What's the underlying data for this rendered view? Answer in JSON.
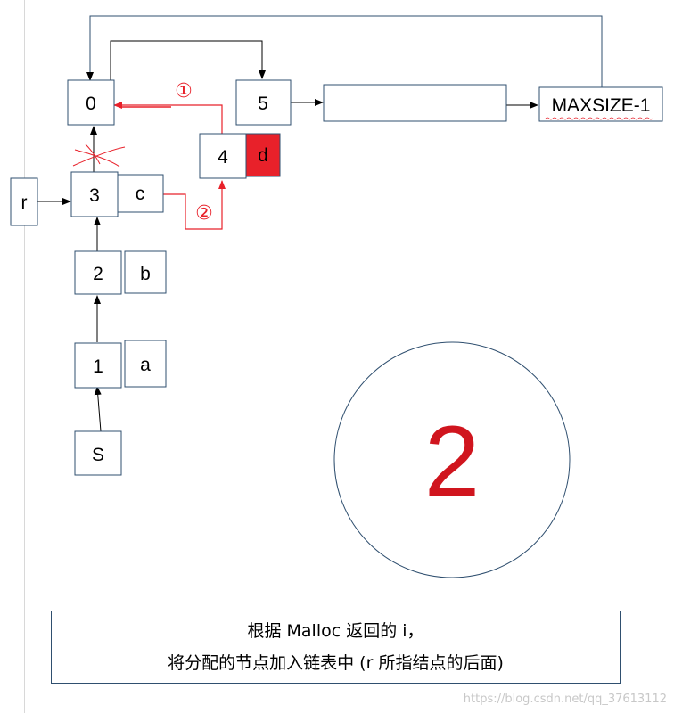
{
  "nodes": {
    "n0": "0",
    "n5": "5",
    "n_maxsize": "MAXSIZE-1",
    "n4": "4",
    "n4_data": "d",
    "r": "r",
    "n3": "3",
    "n3_data": "c",
    "n2": "2",
    "n2_data": "b",
    "n1": "1",
    "n1_data": "a",
    "s": "S",
    "n5_next": ""
  },
  "annotations": {
    "step1": "①",
    "step2": "②"
  },
  "big_number": "2",
  "caption": {
    "line1": "根据 Malloc 返回的 i，",
    "line2": "将分配的节点加入链表中 (r 所指结点的后面)"
  },
  "watermark": "https://blog.csdn.net/qq_37613112",
  "colors": {
    "accent_red": "#e8212a",
    "box_stroke": "#2f4f6f",
    "big_number_red": "#d0151e"
  }
}
